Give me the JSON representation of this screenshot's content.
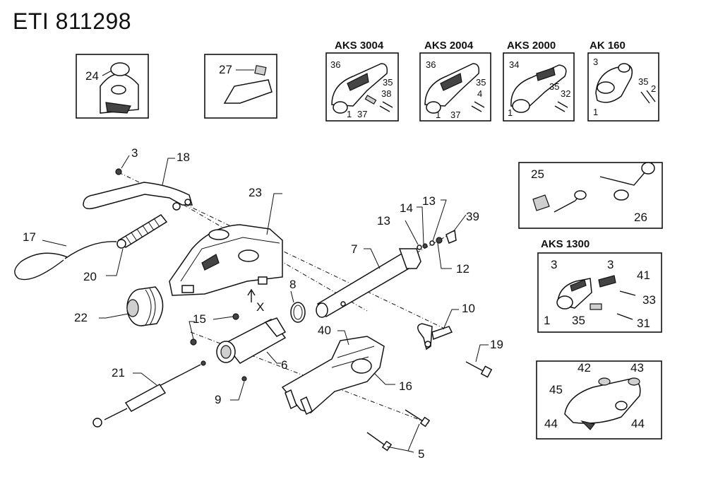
{
  "title": "ETI 811298",
  "panels": {
    "aks3004": "AKS 3004",
    "aks2004": "AKS 2004",
    "aks2000": "AKS 2000",
    "ak160": "AK 160",
    "aks1300": "AKS 1300"
  },
  "callouts": {
    "c24": "24",
    "c27": "27",
    "a3004_36": "36",
    "a3004_35": "35",
    "a3004_38": "38",
    "a3004_1": "1",
    "a3004_37": "37",
    "a2004_36": "36",
    "a2004_35": "35",
    "a2004_4": "4",
    "a2004_1": "1",
    "a2004_37": "37",
    "a2000_34": "34",
    "a2000_35": "35",
    "a2000_32": "32",
    "a2000_1": "1",
    "ak160_3": "3",
    "ak160_35": "35",
    "ak160_2": "2",
    "ak160_1": "1",
    "c3": "3",
    "c18": "18",
    "c17": "17",
    "c20": "20",
    "c23": "23",
    "c22": "22",
    "cX": "X",
    "c8": "8",
    "c7": "7",
    "c13a": "13",
    "c14": "14",
    "c13b": "13",
    "c39": "39",
    "c12": "12",
    "c10": "10",
    "c15": "15",
    "c40": "40",
    "c6": "6",
    "c16": "16",
    "c19": "19",
    "c21": "21",
    "c9": "9",
    "c5": "5",
    "c25": "25",
    "c26": "26",
    "a1300_3a": "3",
    "a1300_3b": "3",
    "a1300_41": "41",
    "a1300_33": "33",
    "a1300_1": "1",
    "a1300_35": "35",
    "a1300_31": "31",
    "c42": "42",
    "c43": "43",
    "c45": "45",
    "c44a": "44",
    "c44b": "44"
  }
}
